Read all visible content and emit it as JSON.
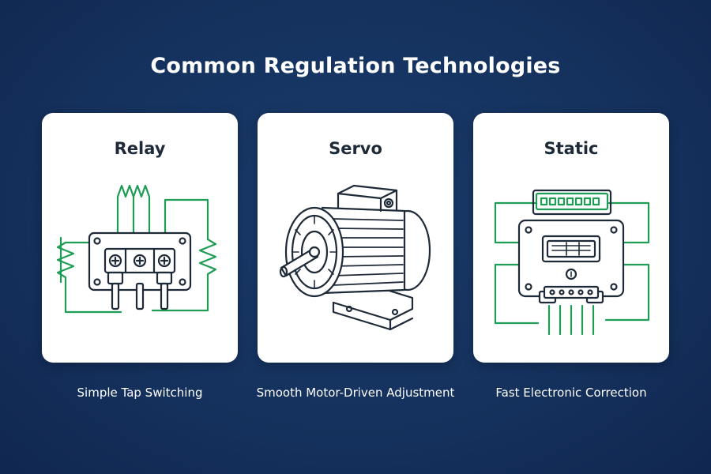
{
  "title": "Common Regulation Technologies",
  "cards": [
    {
      "title": "Relay",
      "caption": "Simple Tap Switching",
      "illustration": "relay-tap-switch-icon"
    },
    {
      "title": "Servo",
      "caption": "Smooth Motor-Driven Adjustment",
      "illustration": "servo-motor-icon"
    },
    {
      "title": "Static",
      "caption": "Fast Electronic Correction",
      "illustration": "static-electronic-module-icon"
    }
  ],
  "colors": {
    "background": "#15325e",
    "card": "#ffffff",
    "line_dark": "#1e2a38",
    "accent_green": "#1f9d55"
  }
}
